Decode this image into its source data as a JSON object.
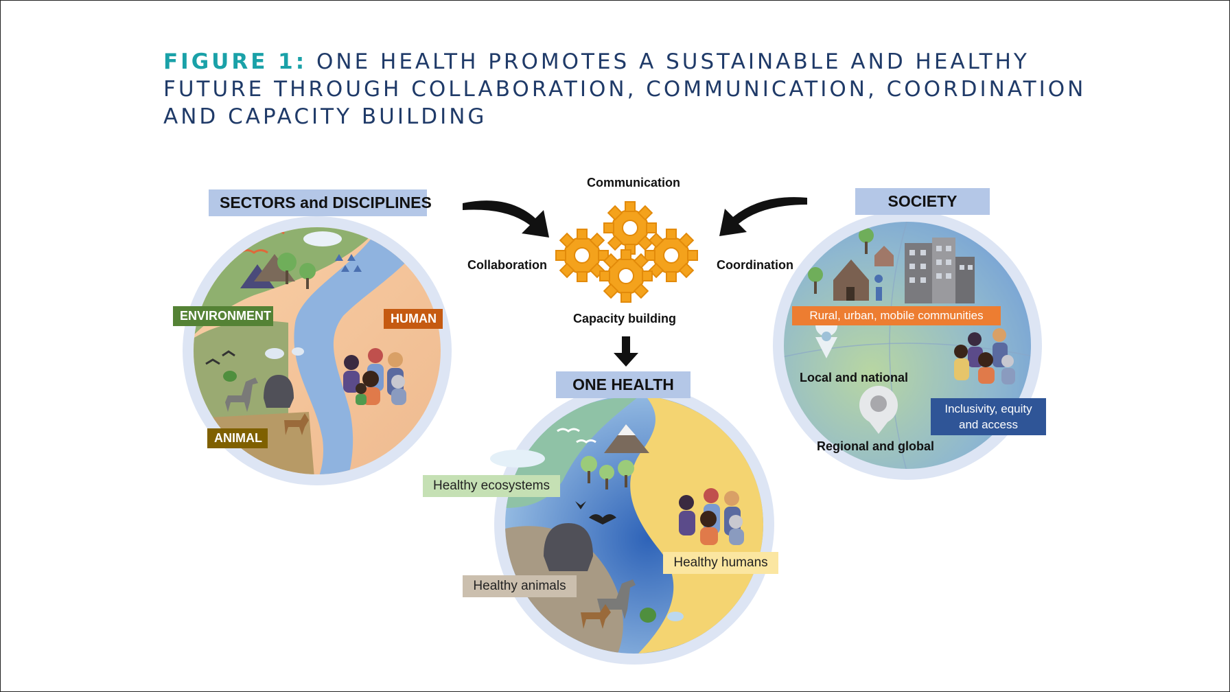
{
  "title": {
    "prefix": "FIGURE 1:",
    "line1": "ONE HEALTH PROMOTES A SUSTAINABLE AND HEALTHY",
    "line2": "FUTURE THROUGH COLLABORATION, COMMUNICATION, COORDINATION",
    "line3": "AND CAPACITY BUILDING"
  },
  "sectors": {
    "header": "SECTORS and DISCIPLINES",
    "environment": "ENVIRONMENT",
    "human": "HUMAN",
    "animal": "ANIMAL"
  },
  "society": {
    "header": "SOCIETY",
    "communities": "Rural, urban, mobile communities",
    "local": "Local and national",
    "regional": "Regional and global",
    "inclusivity_line1": "Inclusivity, equity",
    "inclusivity_line2": "and access"
  },
  "center": {
    "communication": "Communication",
    "collaboration": "Collaboration",
    "coordination": "Coordination",
    "capacity": "Capacity building"
  },
  "one_health": {
    "header": "ONE HEALTH",
    "ecosystems": "Healthy ecosystems",
    "humans": "Healthy humans",
    "animals": "Healthy animals"
  },
  "colors": {
    "title_accent": "#1aa1a8",
    "title_text": "#1f3a68",
    "header_bg": "#b4c7e7",
    "environment": "#548235",
    "human": "#c55a11",
    "animal": "#7f6000",
    "communities": "#ed7d31",
    "inclusivity": "#2f5597",
    "gear": "#f4a21c"
  }
}
